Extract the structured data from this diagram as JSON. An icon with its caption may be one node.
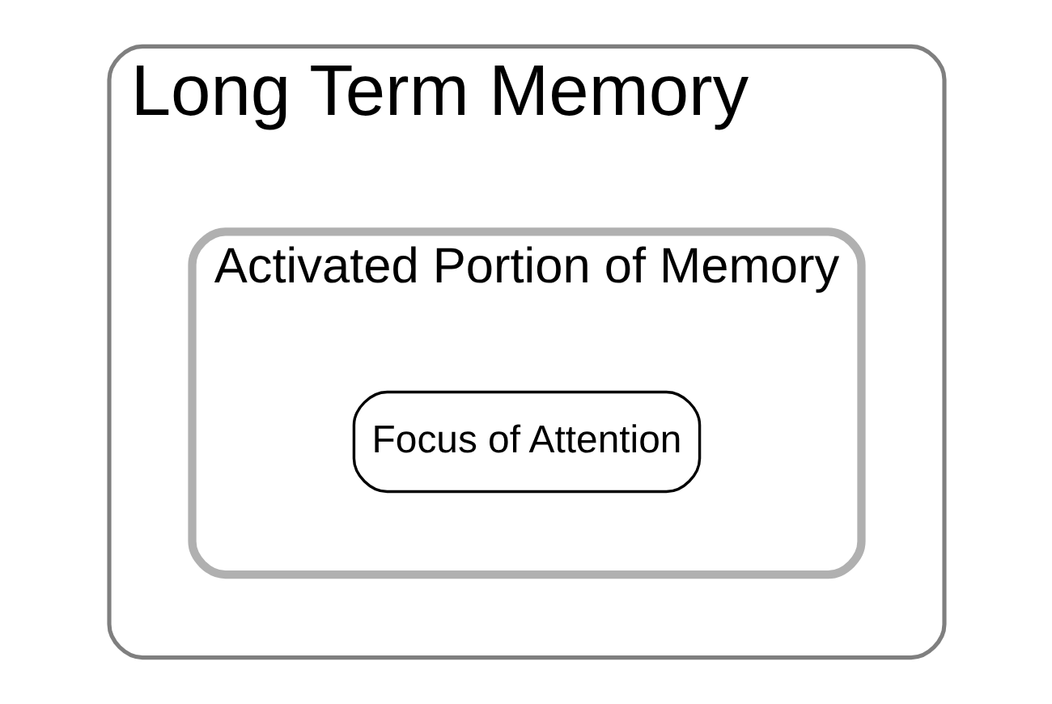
{
  "diagram": {
    "nodes": [
      {
        "text": [
          "Long Term Memory"
        ]
      },
      {
        "text": [
          "Activated Portion of Memory"
        ],
        "in": 0
      },
      {
        "text": [
          "Focus of Attention"
        ],
        "in": 1
      }
    ]
  }
}
